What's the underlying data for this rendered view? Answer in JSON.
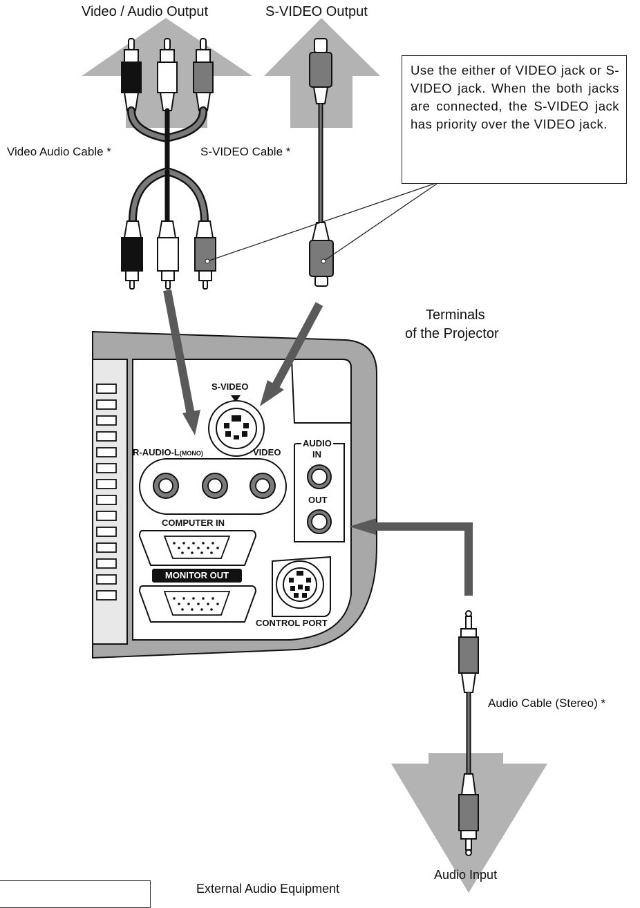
{
  "labels": {
    "video_audio_output": "Video / Audio Output",
    "svideo_output": "S-VIDEO Output",
    "video_audio_cable": "Video Audio Cable *",
    "svideo_cable": "S-VIDEO Cable *",
    "callout_text": "Use the either of VIDEO jack or S-VIDEO jack. When the both jacks are connected, the S-VIDEO jack has priority over the VIDEO jack.",
    "terminals_line1": "Terminals",
    "terminals_line2": "of the Projector",
    "audio_cable": "Audio Cable (Stereo) *",
    "audio_input": "Audio Input",
    "external_audio": "External Audio Equipment"
  },
  "panel": {
    "svideo": "S-VIDEO",
    "r_audio_l": "R-AUDIO-L",
    "mono": "(MONO)",
    "video": "VIDEO",
    "audio": "AUDIO",
    "in": "IN",
    "out": "OUT",
    "computer_in": "COMPUTER IN",
    "monitor_out": "MONITOR OUT",
    "control_port": "CONTROL PORT"
  },
  "colors": {
    "arrow_fill": "#b3b3b3",
    "cable_gray": "#7a7a7a",
    "dark_arrow": "#5a5a5a",
    "panel_gray": "#a8a8a8"
  }
}
